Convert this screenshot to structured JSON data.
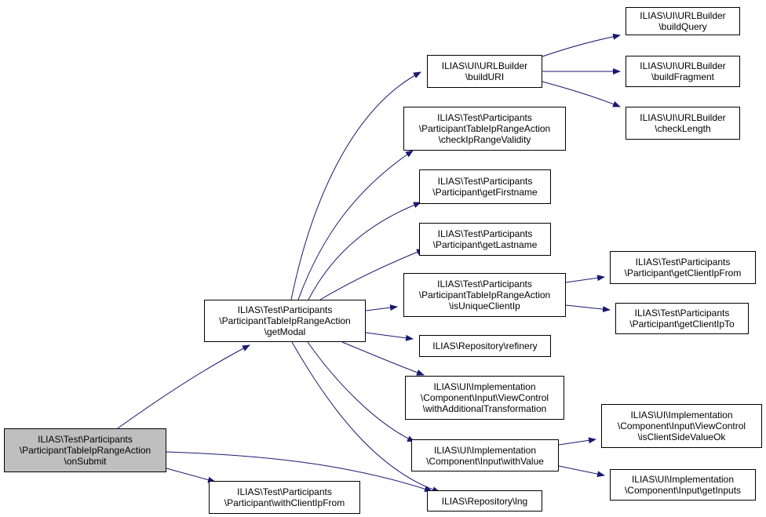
{
  "colors": {
    "edge": "#191970",
    "node_border": "#000000",
    "node_fill": "#ffffff",
    "root_fill": "#bfbfbf"
  },
  "nodes": [
    {
      "id": "onSubmit",
      "lines": [
        "ILIAS\\Test\\Participants",
        "\\ParticipantTableIpRangeAction",
        "\\onSubmit"
      ],
      "root": true
    },
    {
      "id": "getModal",
      "lines": [
        "ILIAS\\Test\\Participants",
        "\\ParticipantTableIpRangeAction",
        "\\getModal"
      ]
    },
    {
      "id": "withClientIpFrom",
      "lines": [
        "ILIAS\\Test\\Participants",
        "\\Participant\\withClientIpFrom"
      ]
    },
    {
      "id": "buildURI",
      "lines": [
        "ILIAS\\UI\\URLBuilder",
        "\\buildURI"
      ]
    },
    {
      "id": "checkIpRangeValidity",
      "lines": [
        "ILIAS\\Test\\Participants",
        "\\ParticipantTableIpRangeAction",
        "\\checkIpRangeValidity"
      ]
    },
    {
      "id": "getFirstname",
      "lines": [
        "ILIAS\\Test\\Participants",
        "\\Participant\\getFirstname"
      ]
    },
    {
      "id": "getLastname",
      "lines": [
        "ILIAS\\Test\\Participants",
        "\\Participant\\getLastname"
      ]
    },
    {
      "id": "isUniqueClientIp",
      "lines": [
        "ILIAS\\Test\\Participants",
        "\\ParticipantTableIpRangeAction",
        "\\isUniqueClientIp"
      ]
    },
    {
      "id": "refinery",
      "lines": [
        "ILIAS\\Repository\\refinery"
      ]
    },
    {
      "id": "withAdditionalTransformation",
      "lines": [
        "ILIAS\\UI\\Implementation",
        "\\Component\\Input\\ViewControl",
        "\\withAdditionalTransformation"
      ]
    },
    {
      "id": "withValue",
      "lines": [
        "ILIAS\\UI\\Implementation",
        "\\Component\\Input\\withValue"
      ]
    },
    {
      "id": "lng",
      "lines": [
        "ILIAS\\Repository\\lng"
      ]
    },
    {
      "id": "buildQuery",
      "lines": [
        "ILIAS\\UI\\URLBuilder",
        "\\buildQuery"
      ]
    },
    {
      "id": "buildFragment",
      "lines": [
        "ILIAS\\UI\\URLBuilder",
        "\\buildFragment"
      ]
    },
    {
      "id": "checkLength",
      "lines": [
        "ILIAS\\UI\\URLBuilder",
        "\\checkLength"
      ]
    },
    {
      "id": "getClientIpFrom",
      "lines": [
        "ILIAS\\Test\\Participants",
        "\\Participant\\getClientIpFrom"
      ]
    },
    {
      "id": "getClientIpTo",
      "lines": [
        "ILIAS\\Test\\Participants",
        "\\Participant\\getClientIpTo"
      ]
    },
    {
      "id": "isClientSideValueOk",
      "lines": [
        "ILIAS\\UI\\Implementation",
        "\\Component\\Input\\ViewControl",
        "\\isClientSideValueOk"
      ]
    },
    {
      "id": "getInputs",
      "lines": [
        "ILIAS\\UI\\Implementation",
        "\\Component\\Input\\getInputs"
      ]
    }
  ],
  "edges": [
    [
      "onSubmit",
      "getModal"
    ],
    [
      "onSubmit",
      "withClientIpFrom"
    ],
    [
      "onSubmit",
      "lng"
    ],
    [
      "getModal",
      "buildURI"
    ],
    [
      "getModal",
      "checkIpRangeValidity"
    ],
    [
      "getModal",
      "getFirstname"
    ],
    [
      "getModal",
      "getLastname"
    ],
    [
      "getModal",
      "isUniqueClientIp"
    ],
    [
      "getModal",
      "refinery"
    ],
    [
      "getModal",
      "withAdditionalTransformation"
    ],
    [
      "getModal",
      "withValue"
    ],
    [
      "getModal",
      "lng"
    ],
    [
      "buildURI",
      "buildQuery"
    ],
    [
      "buildURI",
      "buildFragment"
    ],
    [
      "buildURI",
      "checkLength"
    ],
    [
      "isUniqueClientIp",
      "getClientIpFrom"
    ],
    [
      "isUniqueClientIp",
      "getClientIpTo"
    ],
    [
      "withValue",
      "isClientSideValueOk"
    ],
    [
      "withValue",
      "getInputs"
    ]
  ]
}
